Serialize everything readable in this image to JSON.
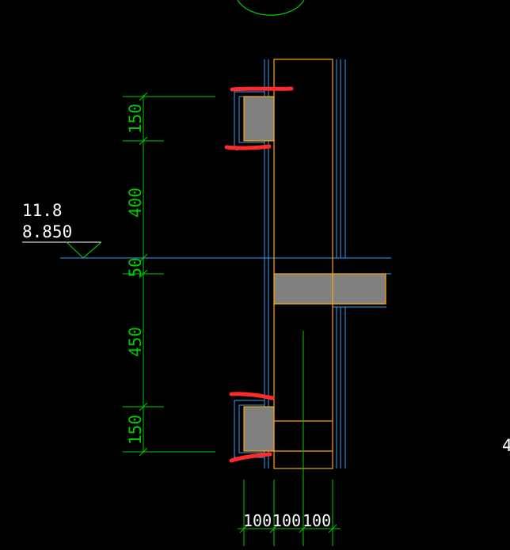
{
  "drawing": {
    "colors": {
      "background": "#000000",
      "dimension": "#00c800",
      "wall_outline": "#ffa500",
      "wall_lines": "#2fa0ff",
      "hatch": "#808080",
      "markup": "#ff2a2a",
      "level_marker": "#ffffff"
    },
    "level_marker": {
      "label_top": "11.8",
      "label_bottom": "8.850"
    },
    "vertical_dimensions": [
      "150",
      "400",
      "50",
      "450",
      "150"
    ],
    "horizontal_dimensions": [
      "100",
      "100",
      "100"
    ],
    "edge_fragment": "4"
  }
}
